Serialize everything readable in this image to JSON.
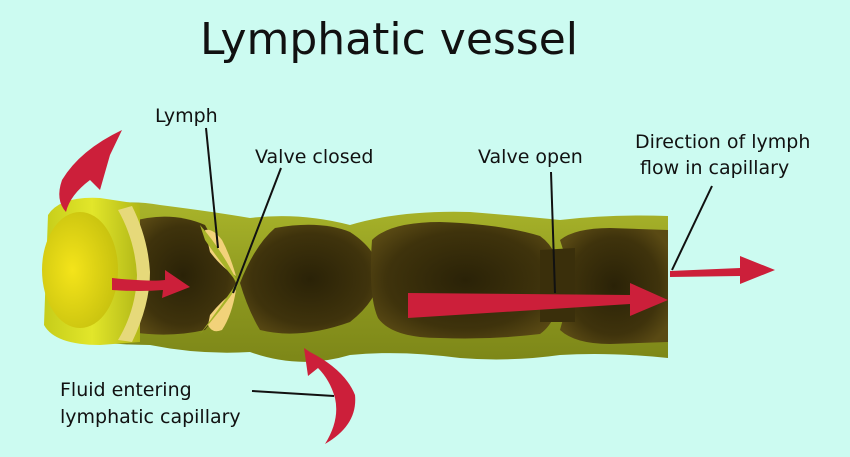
{
  "title": "Lymphatic vessel",
  "labels": {
    "lymph": "Lymph",
    "valve_closed": "Valve closed",
    "valve_open": "Valve open",
    "direction_line1": "Direction of lymph",
    "direction_line2": "flow in capillary",
    "fluid_line1": "Fluid entering",
    "fluid_line2": "lymphatic capillary"
  },
  "colors": {
    "background": "#ccfbf1",
    "vessel_wall": "#8f9a20",
    "vessel_wall_highlight": "#b0bd2e",
    "lumen_dark": "#2e2607",
    "lumen_mid": "#4d3f10",
    "lymph_fluid": "#f2d27a",
    "open_end_yellow": "#d8e01a",
    "arrow_red": "#cc1f3a"
  },
  "icons": [
    "red-flow-arrow",
    "curved-arrow"
  ]
}
